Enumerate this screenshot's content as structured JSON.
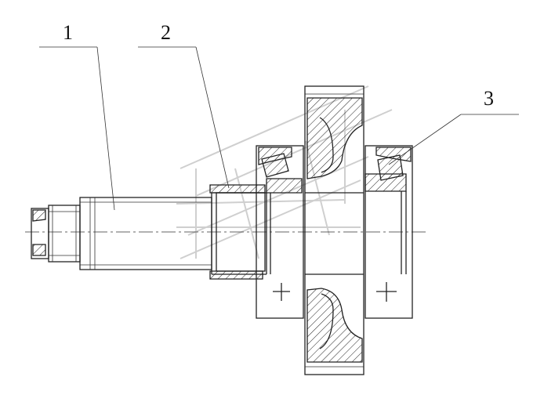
{
  "callouts": {
    "c1": "1",
    "c2": "2",
    "c3": "3"
  },
  "colors": {
    "line": "#222222",
    "watermark": "#cfcfcf"
  }
}
